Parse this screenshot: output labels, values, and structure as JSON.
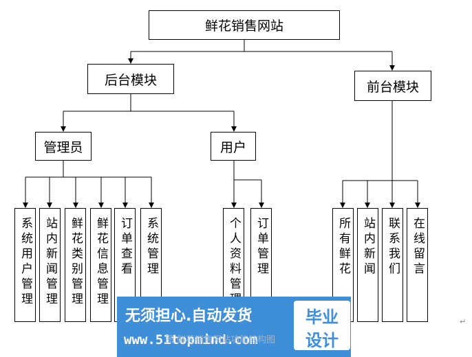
{
  "root": {
    "label": "鲜花销售网站"
  },
  "backend": {
    "label": "后台模块",
    "admin": {
      "label": "管理员",
      "items": [
        "系统用户管理",
        "站内新闻管理",
        "鲜花类别管理",
        "鲜花信息管理",
        "订单查看",
        "系统管理"
      ]
    },
    "user": {
      "label": "用户",
      "items": [
        "个人资料管理",
        "订单管理"
      ]
    }
  },
  "frontend": {
    "label": "前台模块",
    "items": [
      "所有鲜花",
      "站内新闻",
      "联系我们",
      "在线留言"
    ]
  },
  "watermark": {
    "line1": "无须担心.自动发货",
    "line2": "www.51topmind.com",
    "logo_line1": "毕业",
    "logo_line2": "设计",
    "color": "#3f8fd8"
  },
  "caption": "图    鲜花销售网站功能结构图",
  "return_mark": "↵"
}
